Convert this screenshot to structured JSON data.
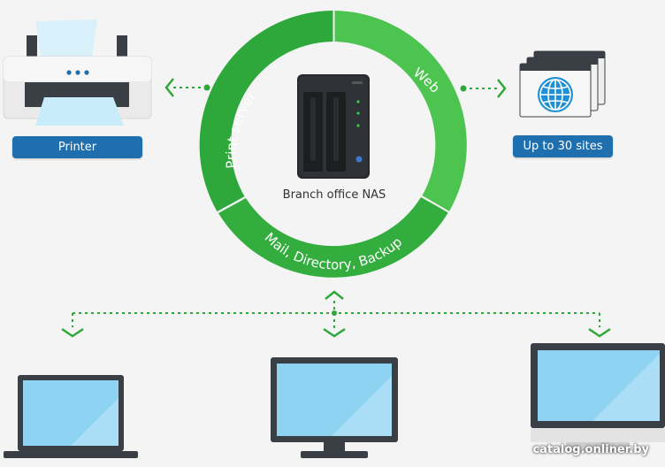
{
  "ring": {
    "segments": [
      {
        "label": "Print server"
      },
      {
        "label": "Web"
      },
      {
        "label": "Mail, Directory, Backup"
      }
    ]
  },
  "nas": {
    "caption": "Branch office NAS"
  },
  "printer": {
    "label": "Printer"
  },
  "sites": {
    "label": "Up to 30 sites"
  },
  "watermark": {
    "text": "catalog.onliner.by"
  },
  "colors": {
    "ring_dark": "#2ea83a",
    "ring_light": "#4cc44f",
    "pill": "#1f6fae",
    "connector": "#2ea83a",
    "screen": "#8fd3f3",
    "device_frame": "#3a3f45"
  },
  "icons": [
    "printer-icon",
    "nas-device-icon",
    "globe-icon",
    "laptop-icon",
    "monitor-icon",
    "all-in-one-icon"
  ]
}
